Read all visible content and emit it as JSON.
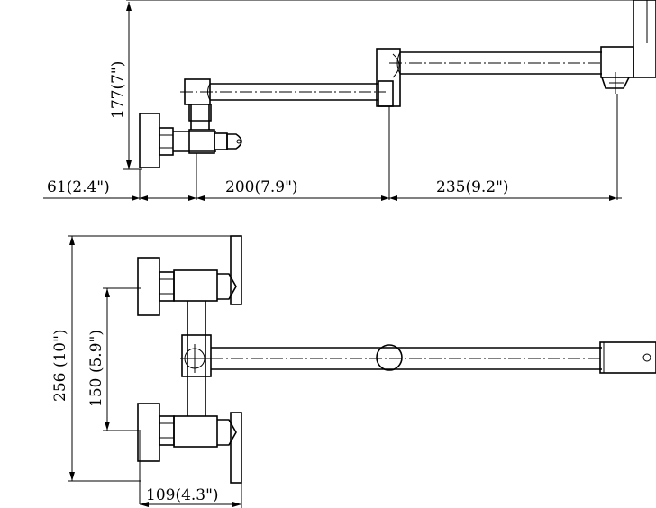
{
  "drawing": {
    "side_view": {
      "height_dimension": "177(7\")",
      "wall_offset_dimension": "61(2.4\")",
      "first_arm_dimension": "200(7.9\")",
      "second_arm_dimension": "235(9.2\")"
    },
    "top_view": {
      "overall_height_dimension": "256 (10\")",
      "stud_spacing_dimension": "150 (5.9\")",
      "depth_dimension": "109(4.3\")"
    }
  }
}
